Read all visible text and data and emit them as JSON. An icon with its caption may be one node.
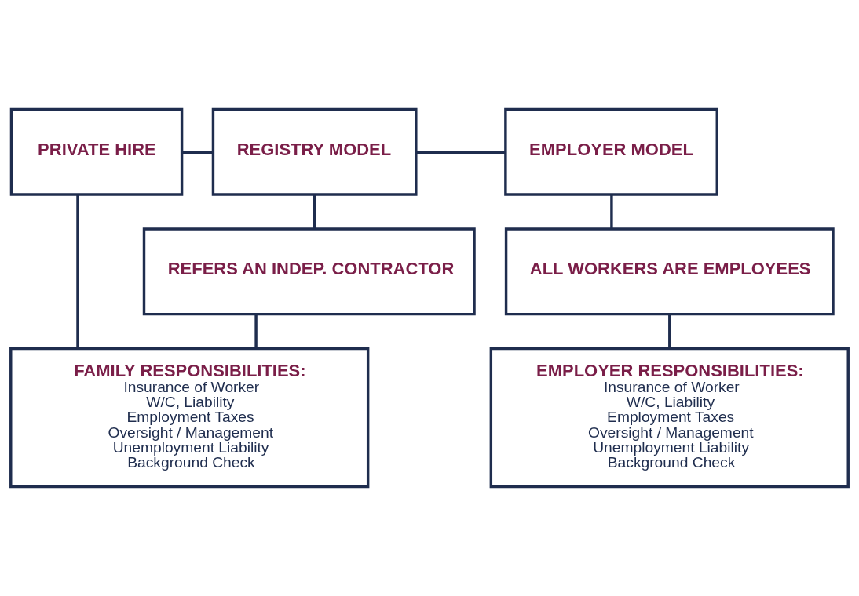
{
  "diagram": {
    "nodes": [
      {
        "text": [
          "PRIVATE HIRE"
        ]
      },
      {
        "text": [
          "REGISTRY MODEL"
        ]
      },
      {
        "text": [
          "EMPLOYER MODEL"
        ]
      },
      {
        "text": [
          "REFERS AN INDEP. CONTRACTOR"
        ]
      },
      {
        "text": [
          "ALL WORKERS ARE EMPLOYEES"
        ]
      },
      {
        "text": [
          "FAMILY RESPONSIBILITIES:",
          "Insurance of Worker",
          "W/C, Liability",
          "Employment Taxes",
          "Oversight / Management",
          "Unemployment Liability",
          "Background Check"
        ]
      },
      {
        "text": [
          "EMPLOYER RESPONSIBILITIES:",
          "Insurance of Worker",
          "W/C, Liability",
          "Employment Taxes",
          "Oversight / Management",
          "Unemployment Liability",
          "Background Check"
        ]
      }
    ],
    "edges": [
      {
        "from": 0,
        "to": 1,
        "arrow": "none"
      },
      {
        "from": 1,
        "to": 2,
        "arrow": "none"
      },
      {
        "from": 1,
        "to": 3,
        "arrow": "none"
      },
      {
        "from": 0,
        "to": 5,
        "arrow": "none"
      },
      {
        "from": 3,
        "to": 5,
        "arrow": "none"
      },
      {
        "from": 2,
        "to": 4,
        "arrow": "none"
      },
      {
        "from": 4,
        "to": 6,
        "arrow": "none"
      }
    ]
  }
}
